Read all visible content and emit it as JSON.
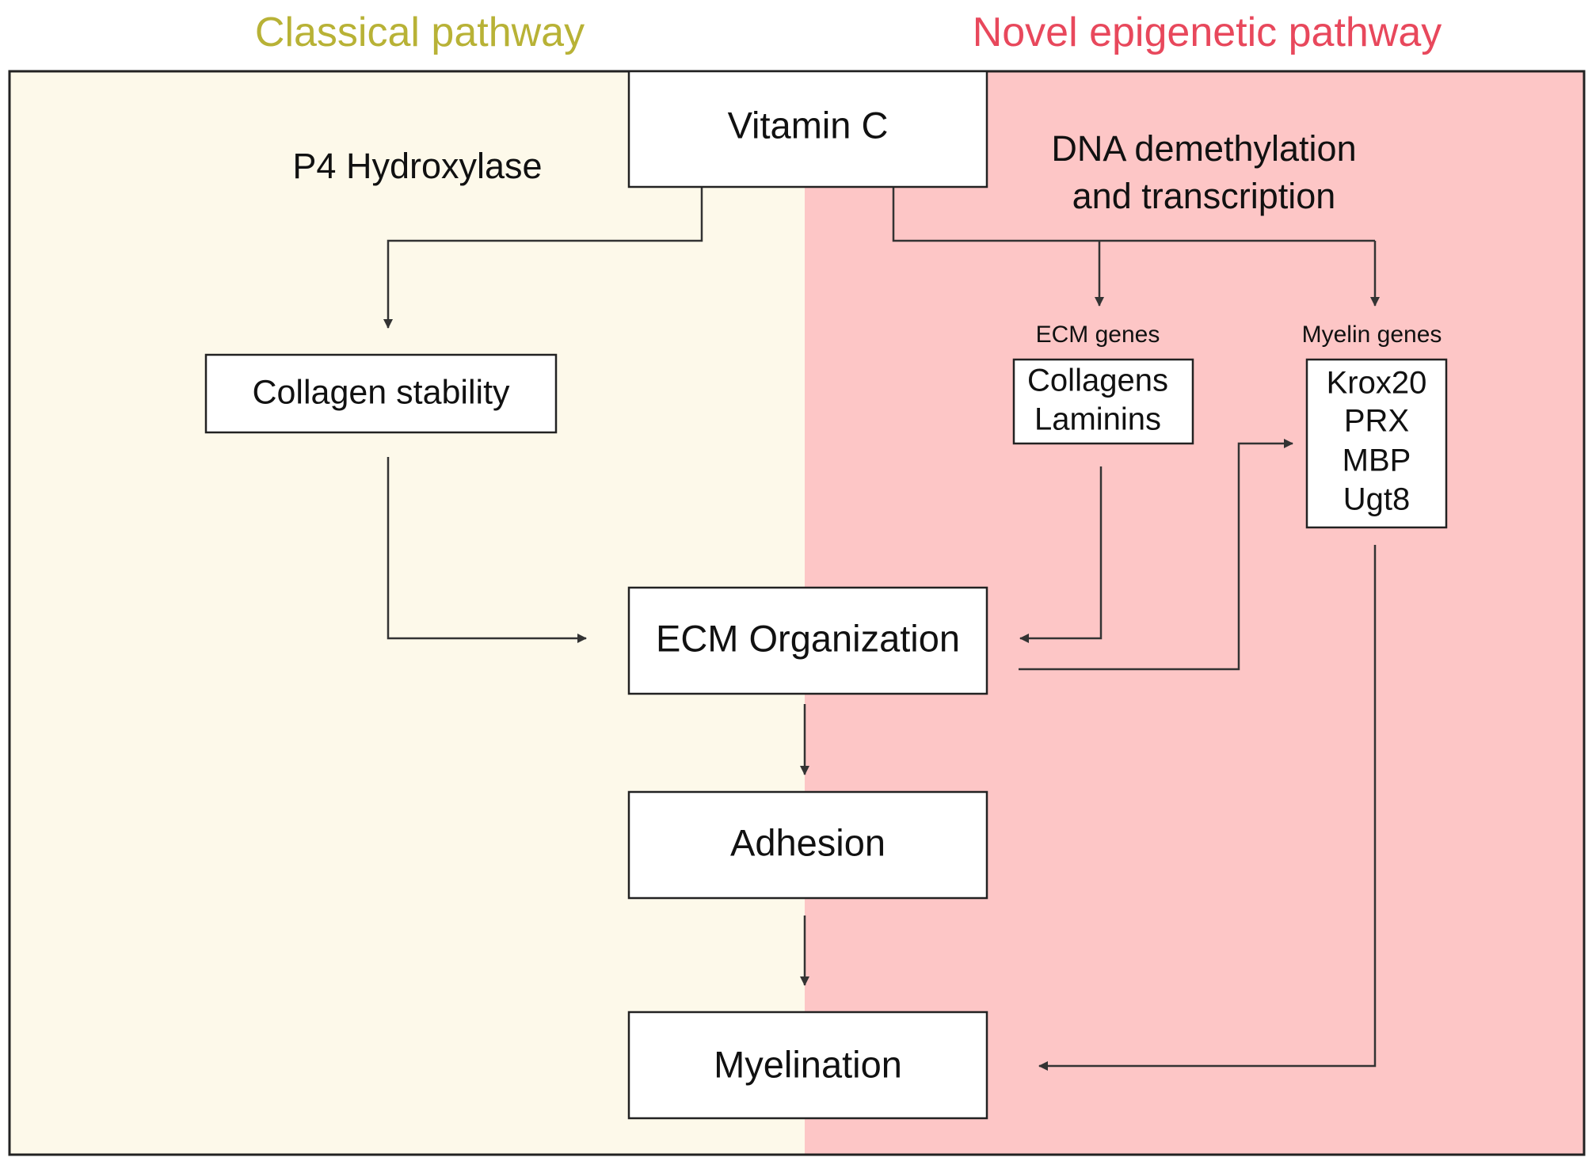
{
  "headers": {
    "left": "Classical pathway",
    "right": "Novel epigenetic pathway"
  },
  "colors": {
    "left_header": "#b8b236",
    "right_header": "#e8485c",
    "left_panel": "#fdf9ea",
    "right_panel": "#fdc6c6",
    "border": "#222222",
    "arrow": "#333333"
  },
  "labels": {
    "p4": "P4 Hydroxylase",
    "dna_line1": "DNA demethylation",
    "dna_line2": "and transcription",
    "ecm_genes": "ECM genes",
    "myelin_genes": "Myelin genes"
  },
  "nodes": {
    "vitamin_c": "Vitamin C",
    "collagen_stability": "Collagen stability",
    "ecm_gene_list": [
      "Collagens",
      "Laminins"
    ],
    "myelin_gene_list": [
      "Krox20",
      "PRX",
      "MBP",
      "Ugt8"
    ],
    "ecm_organization": "ECM Organization",
    "adhesion": "Adhesion",
    "myelination": "Myelination"
  }
}
